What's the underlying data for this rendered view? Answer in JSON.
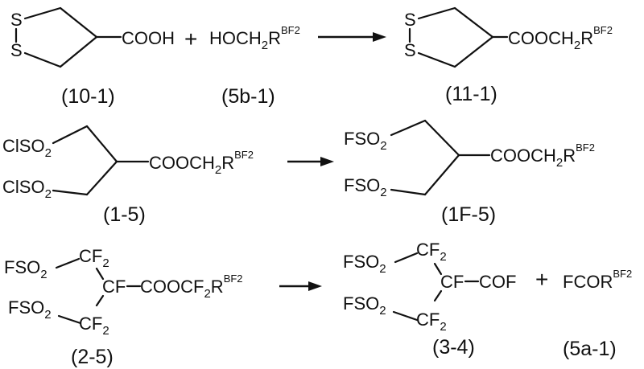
{
  "colors": {
    "ink": "#111111",
    "background": "#ffffff"
  },
  "reaction1": {
    "reactant1": {
      "atom_s_top": "S",
      "atom_s_bottom": "S",
      "group": "COOH",
      "label": "(10-1)"
    },
    "plus": "+",
    "reactant2": {
      "formula": "HOCH",
      "sub": "2",
      "r": "R",
      "sup": "BF2",
      "label": "(5b-1)"
    },
    "product": {
      "atom_s_top": "S",
      "atom_s_bottom": "S",
      "formula": "COOCH",
      "sub": "2",
      "r": "R",
      "sup": "BF2",
      "label": "(11-1)"
    }
  },
  "reaction2": {
    "reactant": {
      "top_group": "ClSO",
      "top_sub": "2",
      "bottom_group": "ClSO",
      "bottom_sub": "2",
      "formula": "COOCH",
      "sub": "2",
      "r": "R",
      "sup": "BF2",
      "label": "(1-5)"
    },
    "product": {
      "top_group": "FSO",
      "top_sub": "2",
      "bottom_group": "FSO",
      "bottom_sub": "2",
      "formula": "COOCH",
      "sub": "2",
      "r": "R",
      "sup": "BF2",
      "label": "(1F-5)"
    }
  },
  "reaction3": {
    "reactant": {
      "top_fso": "FSO",
      "top_fso_sub": "2",
      "top_cf": "CF",
      "top_cf_sub": "2",
      "center": "CF",
      "tail": "COOCF",
      "tail_sub": "2",
      "r": "R",
      "sup": "BF2",
      "bottom_fso": "FSO",
      "bottom_fso_sub": "2",
      "bottom_cf": "CF",
      "bottom_cf_sub": "2",
      "label": "(2-5)"
    },
    "product1": {
      "top_fso": "FSO",
      "top_fso_sub": "2",
      "top_cf": "CF",
      "top_cf_sub": "2",
      "center": "CF",
      "tail": "COF",
      "bottom_fso": "FSO",
      "bottom_fso_sub": "2",
      "bottom_cf": "CF",
      "bottom_cf_sub": "2",
      "label": "(3-4)"
    },
    "plus": "+",
    "product2": {
      "formula": "FCOR",
      "sup": "BF2",
      "label": "(5a-1)"
    }
  }
}
